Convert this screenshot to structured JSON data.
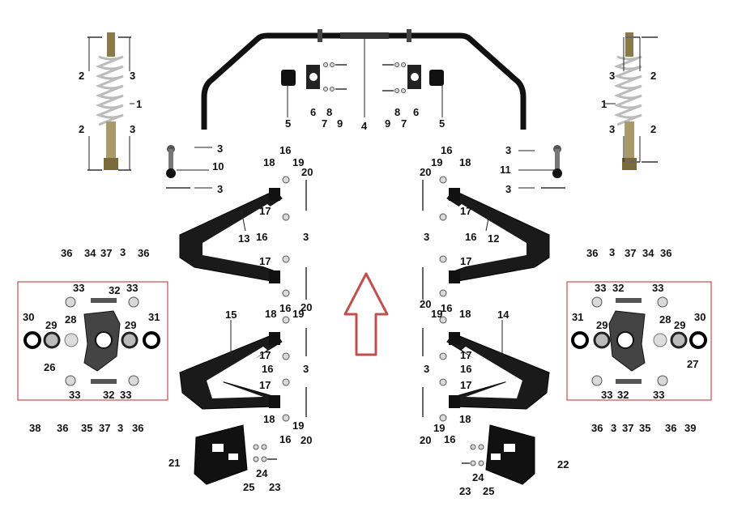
{
  "diagram": {
    "accent_color": "#c0504d",
    "parts": {
      "p1": "1",
      "p2": "2",
      "p3": "3",
      "p4": "4",
      "p5": "5",
      "p6": "6",
      "p7": "7",
      "p8": "8",
      "p9": "9",
      "p10": "10",
      "p11": "11",
      "p12": "12",
      "p13": "13",
      "p14": "14",
      "p15": "15",
      "p16": "16",
      "p17": "17",
      "p18": "18",
      "p19": "19",
      "p20": "20",
      "p21": "21",
      "p22": "22",
      "p23": "23",
      "p24": "24",
      "p25": "25",
      "p26": "26",
      "p27": "27",
      "p28": "28",
      "p29": "29",
      "p30": "30",
      "p31": "31",
      "p32": "32",
      "p33": "33",
      "p34": "34",
      "p35": "35",
      "p36": "36",
      "p37": "37",
      "p38": "38",
      "p39": "39"
    },
    "arrow_icon": "up-arrow-outline-icon"
  }
}
